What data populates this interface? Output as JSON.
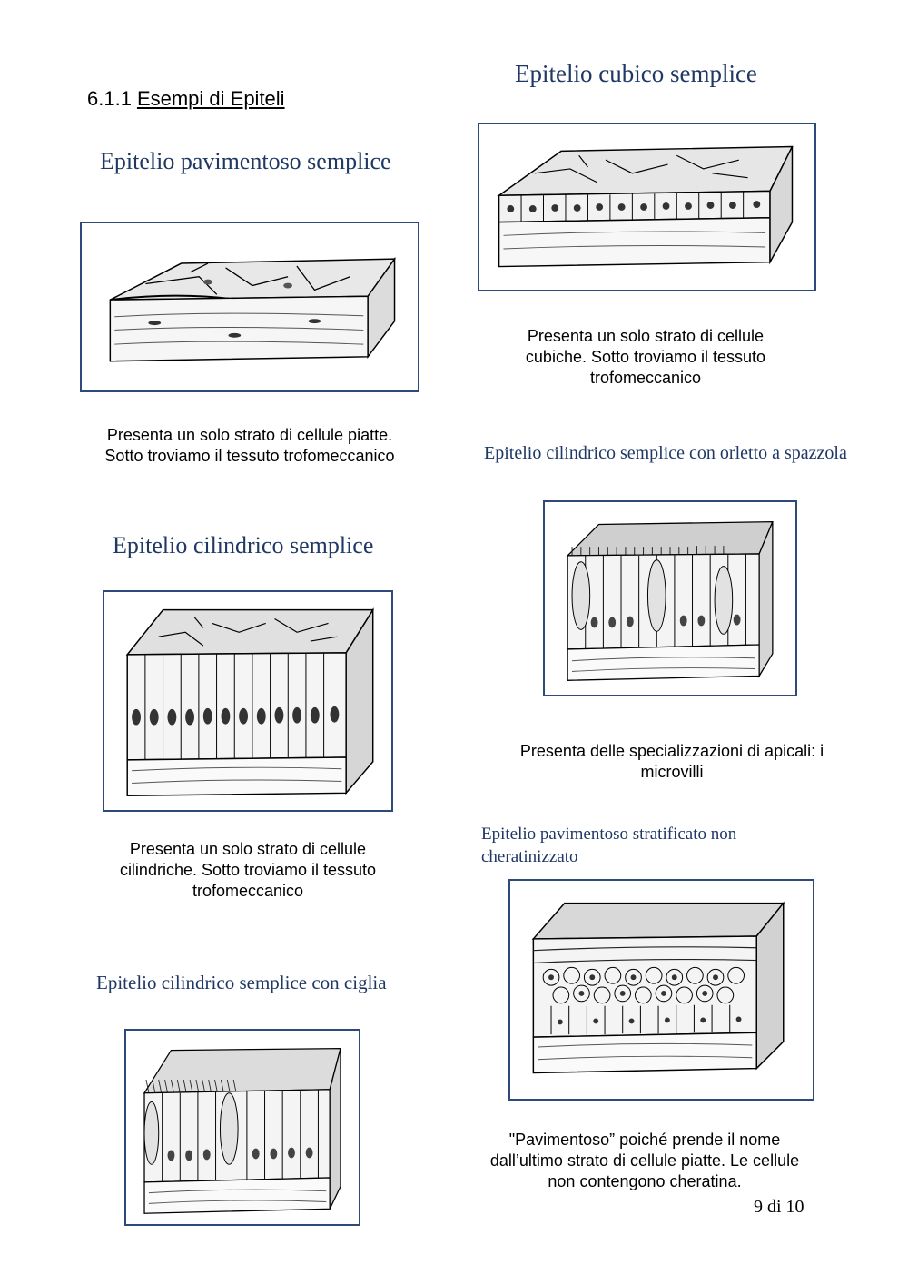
{
  "section": {
    "number": "6.1.1",
    "title": "Esempi di Epiteli"
  },
  "figures": {
    "pavimentoso": {
      "title": "Epitelio pavimentoso semplice",
      "caption": [
        "Presenta un solo strato di cellule piatte.",
        "Sotto troviamo il tessuto trofomeccanico"
      ]
    },
    "cubico": {
      "title": "Epitelio cubico semplice",
      "caption": [
        "Presenta un solo strato di cellule",
        "cubiche. Sotto troviamo il tessuto",
        "trofomeccanico"
      ]
    },
    "cilindrico": {
      "title": "Epitelio cilindrico semplice",
      "caption": [
        "Presenta un solo strato di cellule",
        "cilindriche. Sotto troviamo il tessuto",
        "trofomeccanico"
      ]
    },
    "orletto": {
      "title": "Epitelio cilindrico semplice con orletto a spazzola",
      "caption": [
        "Presenta delle specializzazioni di apicali: i",
        "microvilli"
      ]
    },
    "ciglia": {
      "title": "Epitelio cilindrico semplice con ciglia"
    },
    "stratificato": {
      "title_lines": [
        "Epitelio pavimentoso stratificato non",
        "cheratinizzato"
      ],
      "caption": [
        "\"Pavimentoso” poiché prende il nome",
        "dall’ultimo strato di cellule piatte. Le cellule",
        "non contengono cheratina."
      ]
    }
  },
  "page": {
    "number": "9 di 10"
  },
  "colors": {
    "title_blue": "#1f3864",
    "frame_blue": "#2e4a7a"
  }
}
